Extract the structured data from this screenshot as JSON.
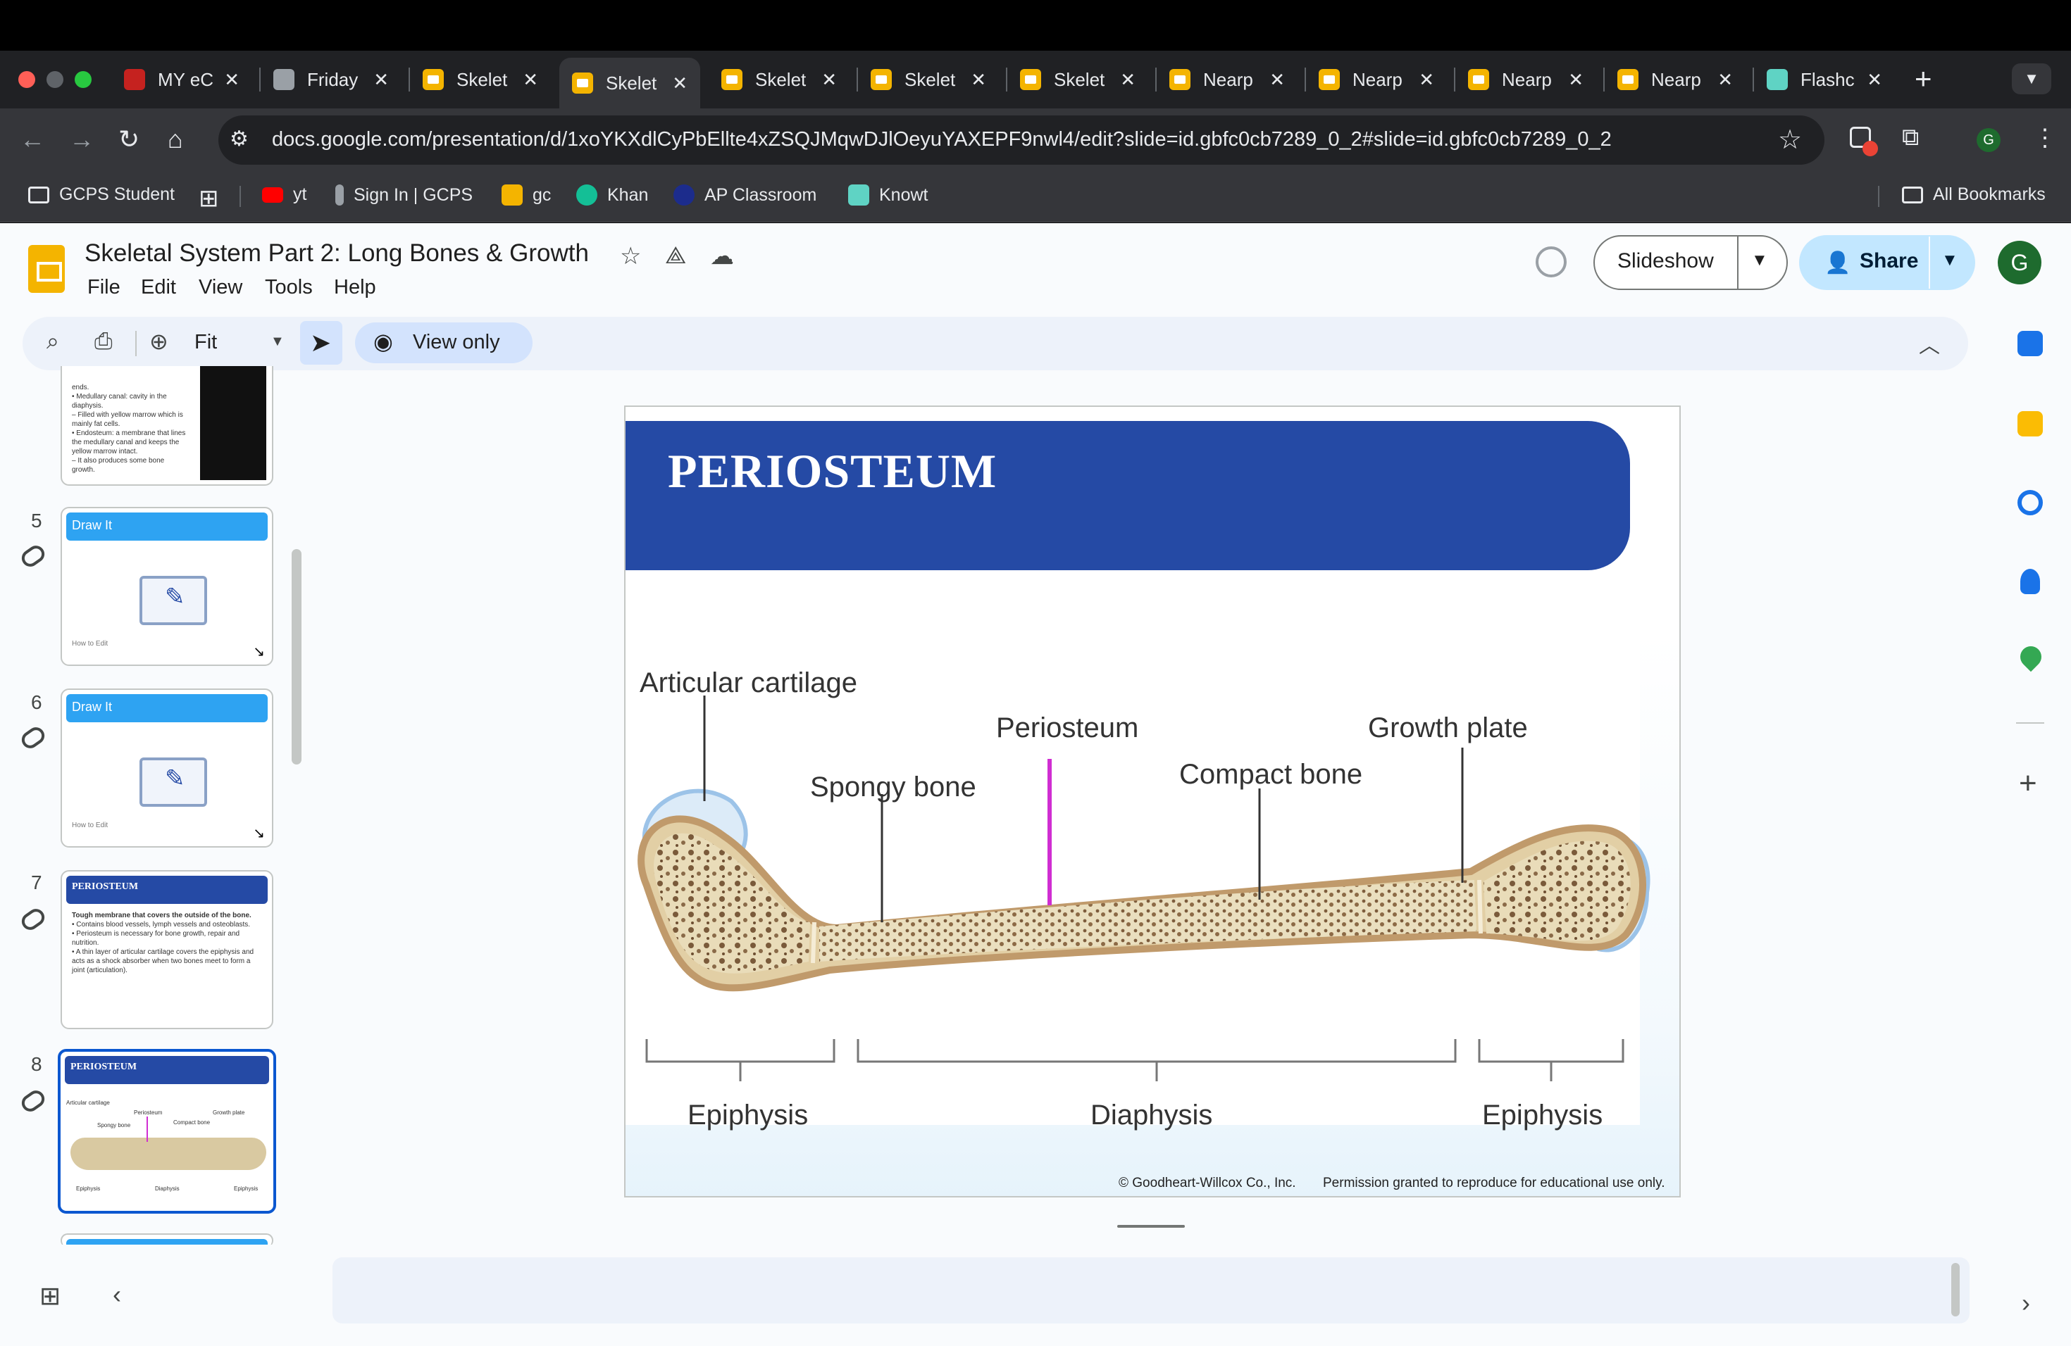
{
  "browser": {
    "tabs": [
      {
        "label": "MY eC",
        "icon": "flame-icon"
      },
      {
        "label": "Friday",
        "icon": "classroom-icon"
      },
      {
        "label": "Skelet",
        "icon": "slides-icon"
      },
      {
        "label": "Skelet",
        "icon": "slides-icon",
        "active": true
      },
      {
        "label": "Skelet",
        "icon": "slides-icon"
      },
      {
        "label": "Skelet",
        "icon": "slides-icon"
      },
      {
        "label": "Skelet",
        "icon": "slides-icon"
      },
      {
        "label": "Nearp",
        "icon": "slides-icon"
      },
      {
        "label": "Nearp",
        "icon": "slides-icon"
      },
      {
        "label": "Nearp",
        "icon": "slides-icon"
      },
      {
        "label": "Nearp",
        "icon": "slides-icon"
      },
      {
        "label": "Flashc",
        "icon": "knowt-icon"
      }
    ],
    "url": "docs.google.com/presentation/d/1xoYKXdlCyPbEllte4xZSQJMqwDJlOeyuYAXEPF9nwl4/edit?slide=id.gbfc0cb7289_0_2#slide=id.gbfc0cb7289_0_2",
    "bookmarks": [
      {
        "label": "GCPS Student",
        "icon": "folder-icon"
      },
      {
        "label": "yt",
        "icon": "youtube-icon"
      },
      {
        "label": "Sign In | GCPS",
        "icon": "gcps-icon"
      },
      {
        "label": "gc",
        "icon": "classroom-icon"
      },
      {
        "label": "Khan",
        "icon": "khan-icon"
      },
      {
        "label": "AP Classroom",
        "icon": "ap-icon"
      },
      {
        "label": "Knowt",
        "icon": "knowt-icon"
      }
    ],
    "all_bookmarks": "All Bookmarks",
    "profile_initial": "G"
  },
  "app": {
    "title": "Skeletal System Part 2: Long Bones & Growth",
    "menu": [
      "File",
      "Edit",
      "View",
      "Tools",
      "Help"
    ],
    "slideshow_label": "Slideshow",
    "share_label": "Share",
    "avatar": "G",
    "zoom": "Fit",
    "view_only": "View only"
  },
  "filmstrip": [
    {
      "num": "5",
      "header": "Draw It",
      "footer": "How to Edit"
    },
    {
      "num": "6",
      "header": "Draw It",
      "footer": "How to Edit"
    },
    {
      "num": "7",
      "header": "PERIOSTEUM",
      "lines": [
        "Tough membrane that covers the outside of the bone.",
        "• Contains blood vessels, lymph vessels and osteoblasts.",
        "• Periosteum is necessary for bone growth, repair and nutrition.",
        "• A thin layer of articular cartilage covers the epiphysis and acts as a shock absorber when two bones meet to form a joint (articulation)."
      ]
    },
    {
      "num": "8",
      "header": "PERIOSTEUM",
      "selected": true,
      "labels": [
        "Articular cartilage",
        "Periosteum",
        "Growth plate",
        "Spongy bone",
        "Compact bone",
        "Epiphysis",
        "Diaphysis",
        "Epiphysis"
      ]
    }
  ],
  "prev_thumb_lines": [
    "ends.",
    "• Medullary canal: cavity in the diaphysis.",
    "  – Filled with yellow marrow which is mainly fat cells.",
    "• Endosteum: a membrane that lines the medullary canal and keeps the yellow marrow intact.",
    "  – It also produces some bone growth."
  ],
  "slide": {
    "title": "PERIOSTEUM",
    "labels": {
      "articular_cartilage": "Articular cartilage",
      "periosteum": "Periosteum",
      "growth_plate": "Growth plate",
      "spongy_bone": "Spongy bone",
      "compact_bone": "Compact bone",
      "epiphysis_left": "Epiphysis",
      "diaphysis": "Diaphysis",
      "epiphysis_right": "Epiphysis"
    },
    "copyright": "© Goodheart-Willcox Co., Inc.",
    "permission": "Permission granted to reproduce for educational use only."
  },
  "colors": {
    "title_band": "#254aa5",
    "periosteum_line": "#d02ed2",
    "bone_fill": "#e8dcbc",
    "bone_edge": "#c9a77a"
  }
}
